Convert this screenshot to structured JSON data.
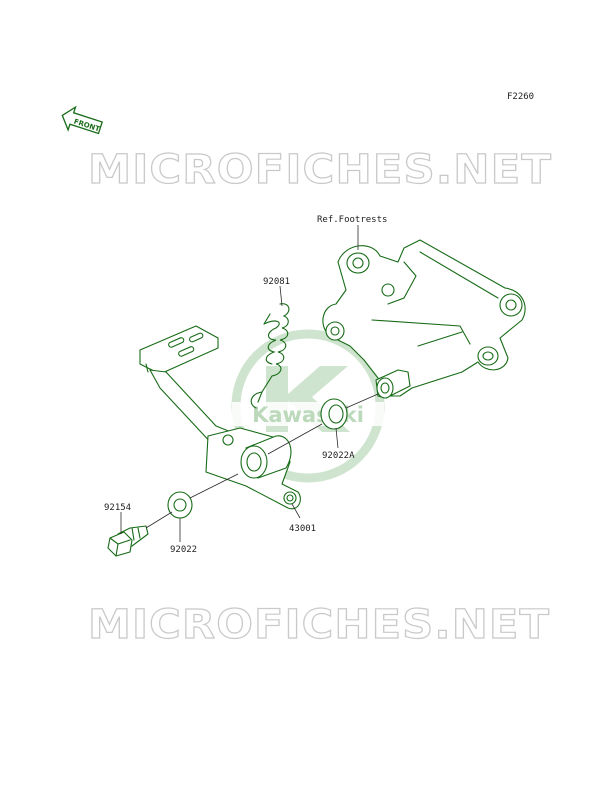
{
  "figure_code": "F2260",
  "front_badge": "FRONT",
  "watermark_text": "MICROFICHES.NET",
  "logo_text": "Kawasaki",
  "callouts": {
    "ref_footrests": "Ref.Footrests",
    "p92081": "92081",
    "p92022A": "92022A",
    "p43001": "43001",
    "p92154": "92154",
    "p92022": "92022"
  },
  "colors": {
    "line": "#176b17",
    "logo": "#cfe4cf",
    "watermark_stroke": "#c9c9c9"
  }
}
